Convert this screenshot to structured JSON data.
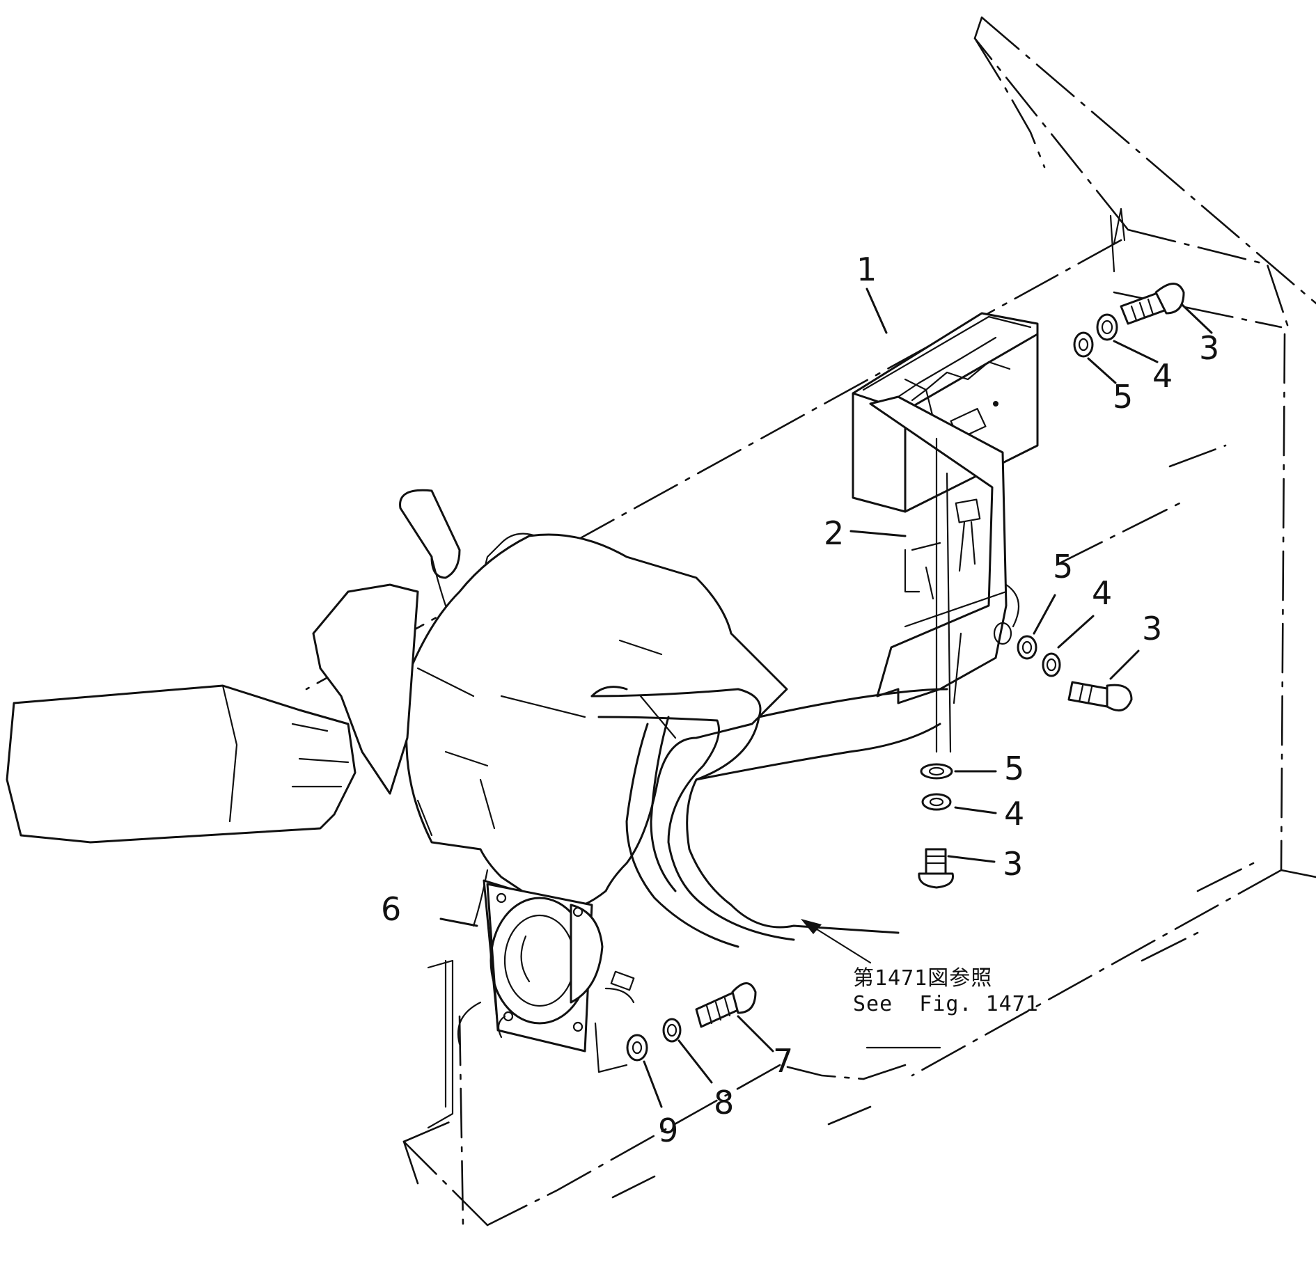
{
  "callouts": {
    "c1": "1",
    "c2": "2",
    "c3a": "3",
    "c3b": "3",
    "c3c": "3",
    "c4a": "4",
    "c4b": "4",
    "c4c": "4",
    "c5a": "5",
    "c5b": "5",
    "c5c": "5",
    "c6": "6",
    "c7": "7",
    "c8": "8",
    "c9": "9"
  },
  "reference_note": {
    "jp": "第1471図参照",
    "en": "See  Fig. 1471"
  }
}
